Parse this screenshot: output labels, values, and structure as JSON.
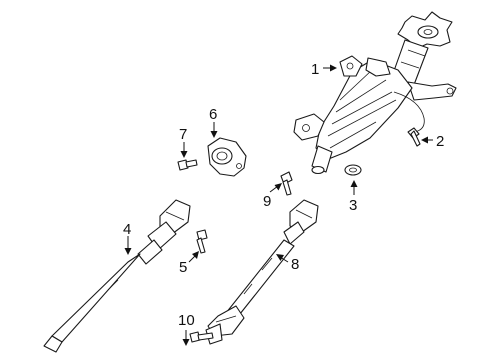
{
  "callouts": [
    {
      "id": "1",
      "text": "1"
    },
    {
      "id": "2",
      "text": "2"
    },
    {
      "id": "3",
      "text": "3"
    },
    {
      "id": "4",
      "text": "4"
    },
    {
      "id": "5",
      "text": "5"
    },
    {
      "id": "6",
      "text": "6"
    },
    {
      "id": "7",
      "text": "7"
    },
    {
      "id": "8",
      "text": "8"
    },
    {
      "id": "9",
      "text": "9"
    },
    {
      "id": "10",
      "text": "10"
    }
  ],
  "colors": {
    "line": "#1a1a1a",
    "background": "#ffffff"
  }
}
